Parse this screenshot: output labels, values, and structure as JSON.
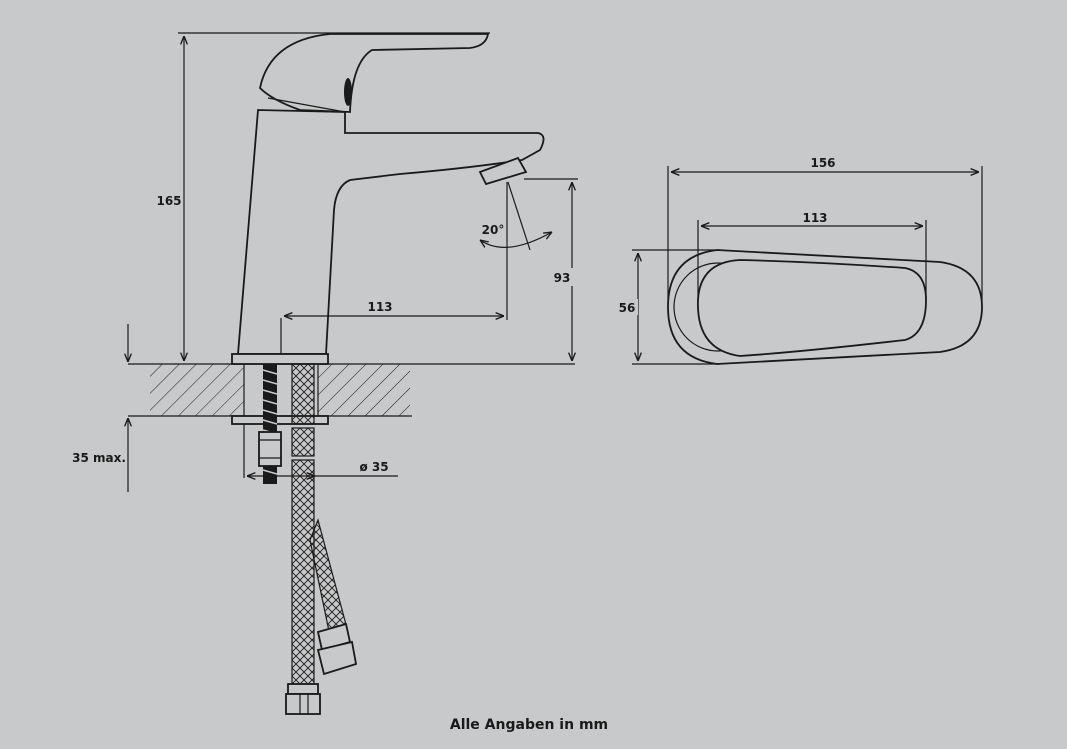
{
  "side_view": {
    "dim_height_total": "165",
    "dim_spout_height": "93",
    "dim_spout_reach": "113",
    "dim_angle": "20°",
    "dim_counter_thickness": "35 max.",
    "dim_hole_diameter": "ø 35"
  },
  "top_view": {
    "dim_total_length": "156",
    "dim_lever_length": "113",
    "dim_width": "56"
  },
  "caption": "Alle Angaben in mm"
}
